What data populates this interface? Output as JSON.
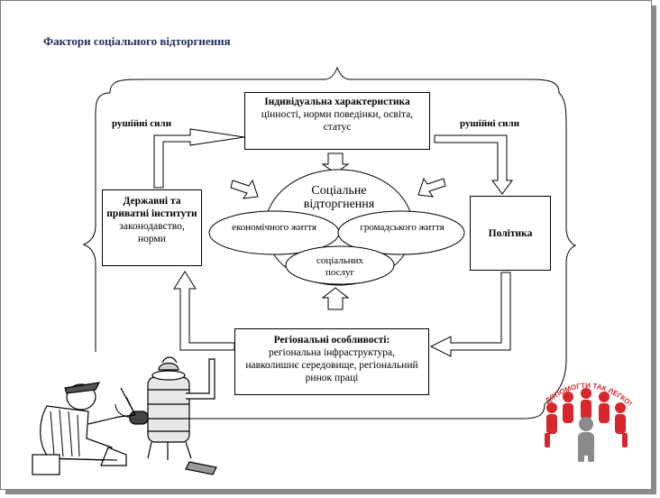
{
  "title": "Фактори соціального відторгнення",
  "driving_forces_left": "рушійні сили",
  "driving_forces_right": "рушійні сили",
  "individual": {
    "heading": "Індивідуальна характеристика",
    "body": "цінності, норми поведінки, освіта, статус"
  },
  "institutions": {
    "heading": "Державні та приватні інститути",
    "body": "законодавство, норми"
  },
  "politics": {
    "heading": "Політика"
  },
  "regional": {
    "heading": "Регіональні особливості:",
    "body": "регіональна інфраструктура, навколишнє середовище, регіональний ринок праці"
  },
  "center": {
    "main": "Соціальне відторгнення",
    "economic": "економічного життя",
    "civic": "громадського життя",
    "services": "соціальних послуг"
  },
  "logo": {
    "text": "ДОПОМОГТИ ТАК ЛЕГКО!",
    "color": "#d9262c"
  }
}
